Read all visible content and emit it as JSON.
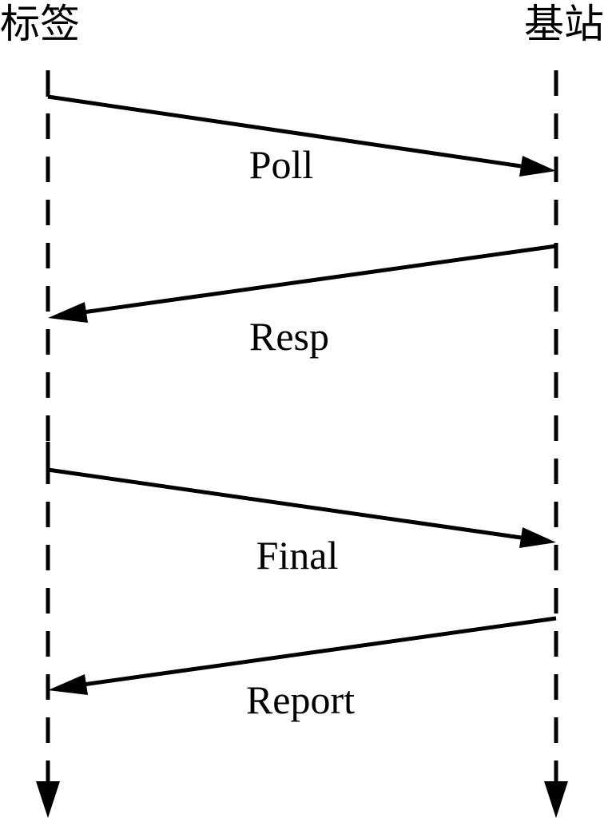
{
  "actors": {
    "left": "标签",
    "right": "基站"
  },
  "messages": [
    {
      "label": "Poll",
      "from": "left",
      "to": "right"
    },
    {
      "label": "Resp",
      "from": "right",
      "to": "left"
    },
    {
      "label": "Final",
      "from": "left",
      "to": "right"
    },
    {
      "label": "Report",
      "from": "right",
      "to": "left"
    }
  ],
  "colors": {
    "stroke": "#000000",
    "background": "#ffffff"
  }
}
